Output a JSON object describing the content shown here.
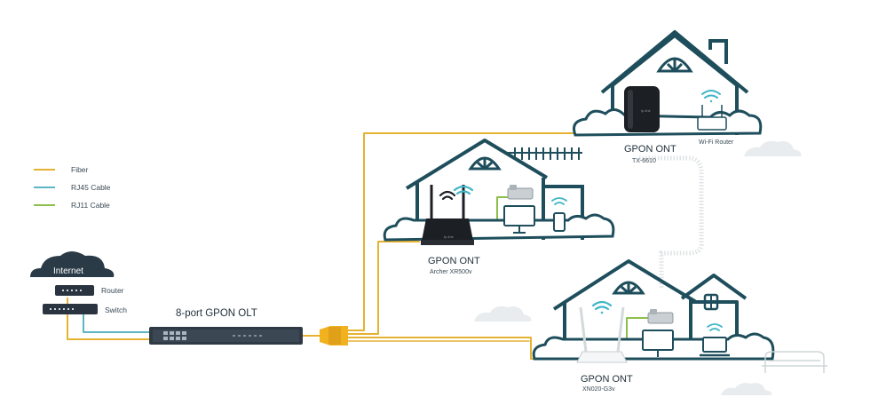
{
  "legend": {
    "fiber": "Fiber",
    "rj45": "RJ45 Cable",
    "rj11": "RJ11 Cable"
  },
  "network": {
    "internet": "Internet",
    "router": "Router",
    "switch": "Switch",
    "olt": "8-port GPON OLT"
  },
  "house_top": {
    "ont_title": "GPON ONT",
    "ont_model": "TX-6610",
    "router_label": "Wi-Fi Router"
  },
  "house_middle": {
    "ont_title": "GPON ONT",
    "ont_model": "Archer XR500v"
  },
  "house_bottom": {
    "ont_title": "GPON ONT",
    "ont_model": "XN020-G3v"
  },
  "colors": {
    "fiber": "#e5b232",
    "rj45": "#5bb6c3",
    "rj11": "#8cc04a",
    "house": "#1e4e5c",
    "cloud": "#e4e8ea",
    "wifi": "#3fb6c8",
    "device_dark": "#1c1f24"
  }
}
